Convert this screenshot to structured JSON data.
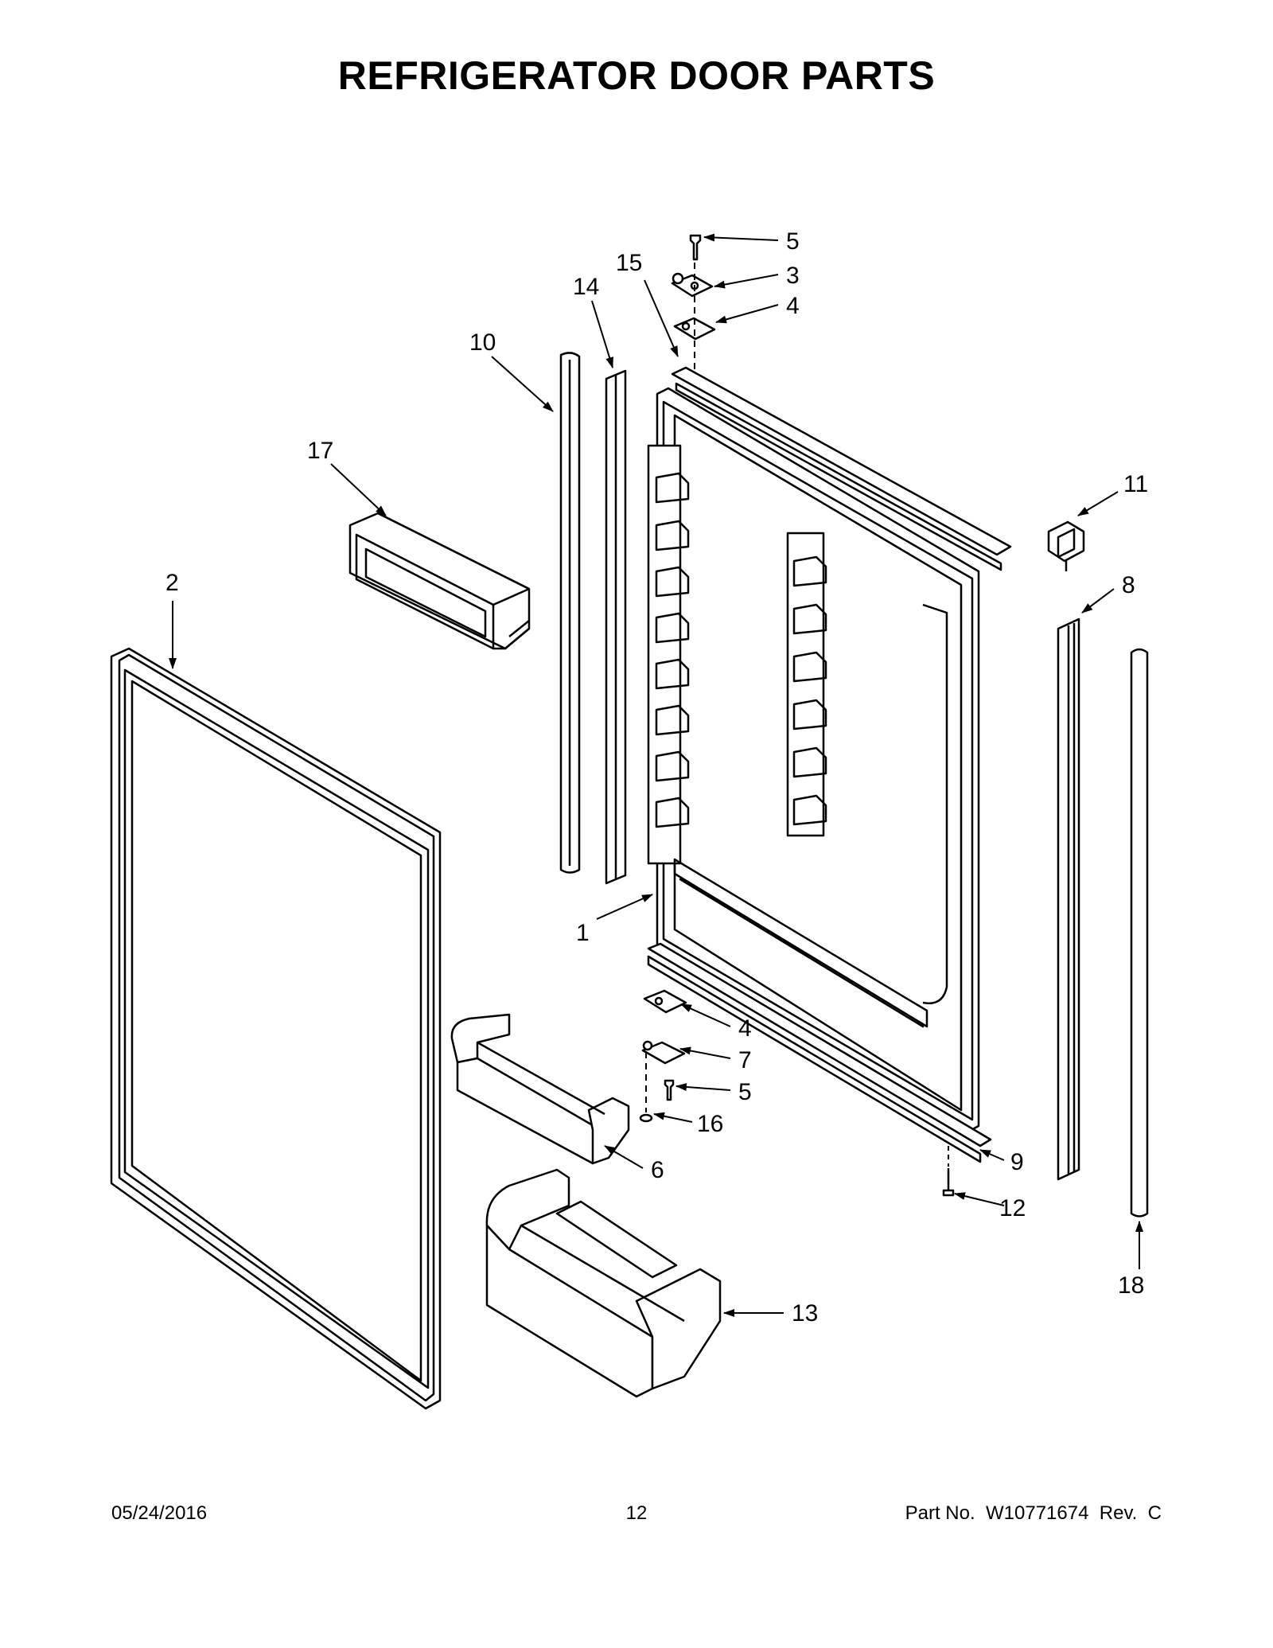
{
  "title": "REFRIGERATOR DOOR PARTS",
  "callouts": [
    {
      "id": "c5a",
      "label": "5"
    },
    {
      "id": "c3",
      "label": "3"
    },
    {
      "id": "c4a",
      "label": "4"
    },
    {
      "id": "c15",
      "label": "15"
    },
    {
      "id": "c14",
      "label": "14"
    },
    {
      "id": "c10",
      "label": "10"
    },
    {
      "id": "c17",
      "label": "17"
    },
    {
      "id": "c11",
      "label": "11"
    },
    {
      "id": "c2",
      "label": "2"
    },
    {
      "id": "c8",
      "label": "8"
    },
    {
      "id": "c1",
      "label": "1"
    },
    {
      "id": "c4b",
      "label": "4"
    },
    {
      "id": "c7",
      "label": "7"
    },
    {
      "id": "c5b",
      "label": "5"
    },
    {
      "id": "c16",
      "label": "16"
    },
    {
      "id": "c6",
      "label": "6"
    },
    {
      "id": "c9",
      "label": "9"
    },
    {
      "id": "c12",
      "label": "12"
    },
    {
      "id": "c18",
      "label": "18"
    },
    {
      "id": "c13",
      "label": "13"
    }
  ],
  "footer": {
    "date": "05/24/2016",
    "page": "12",
    "part": "Part No.  W10771674  Rev.  C"
  }
}
